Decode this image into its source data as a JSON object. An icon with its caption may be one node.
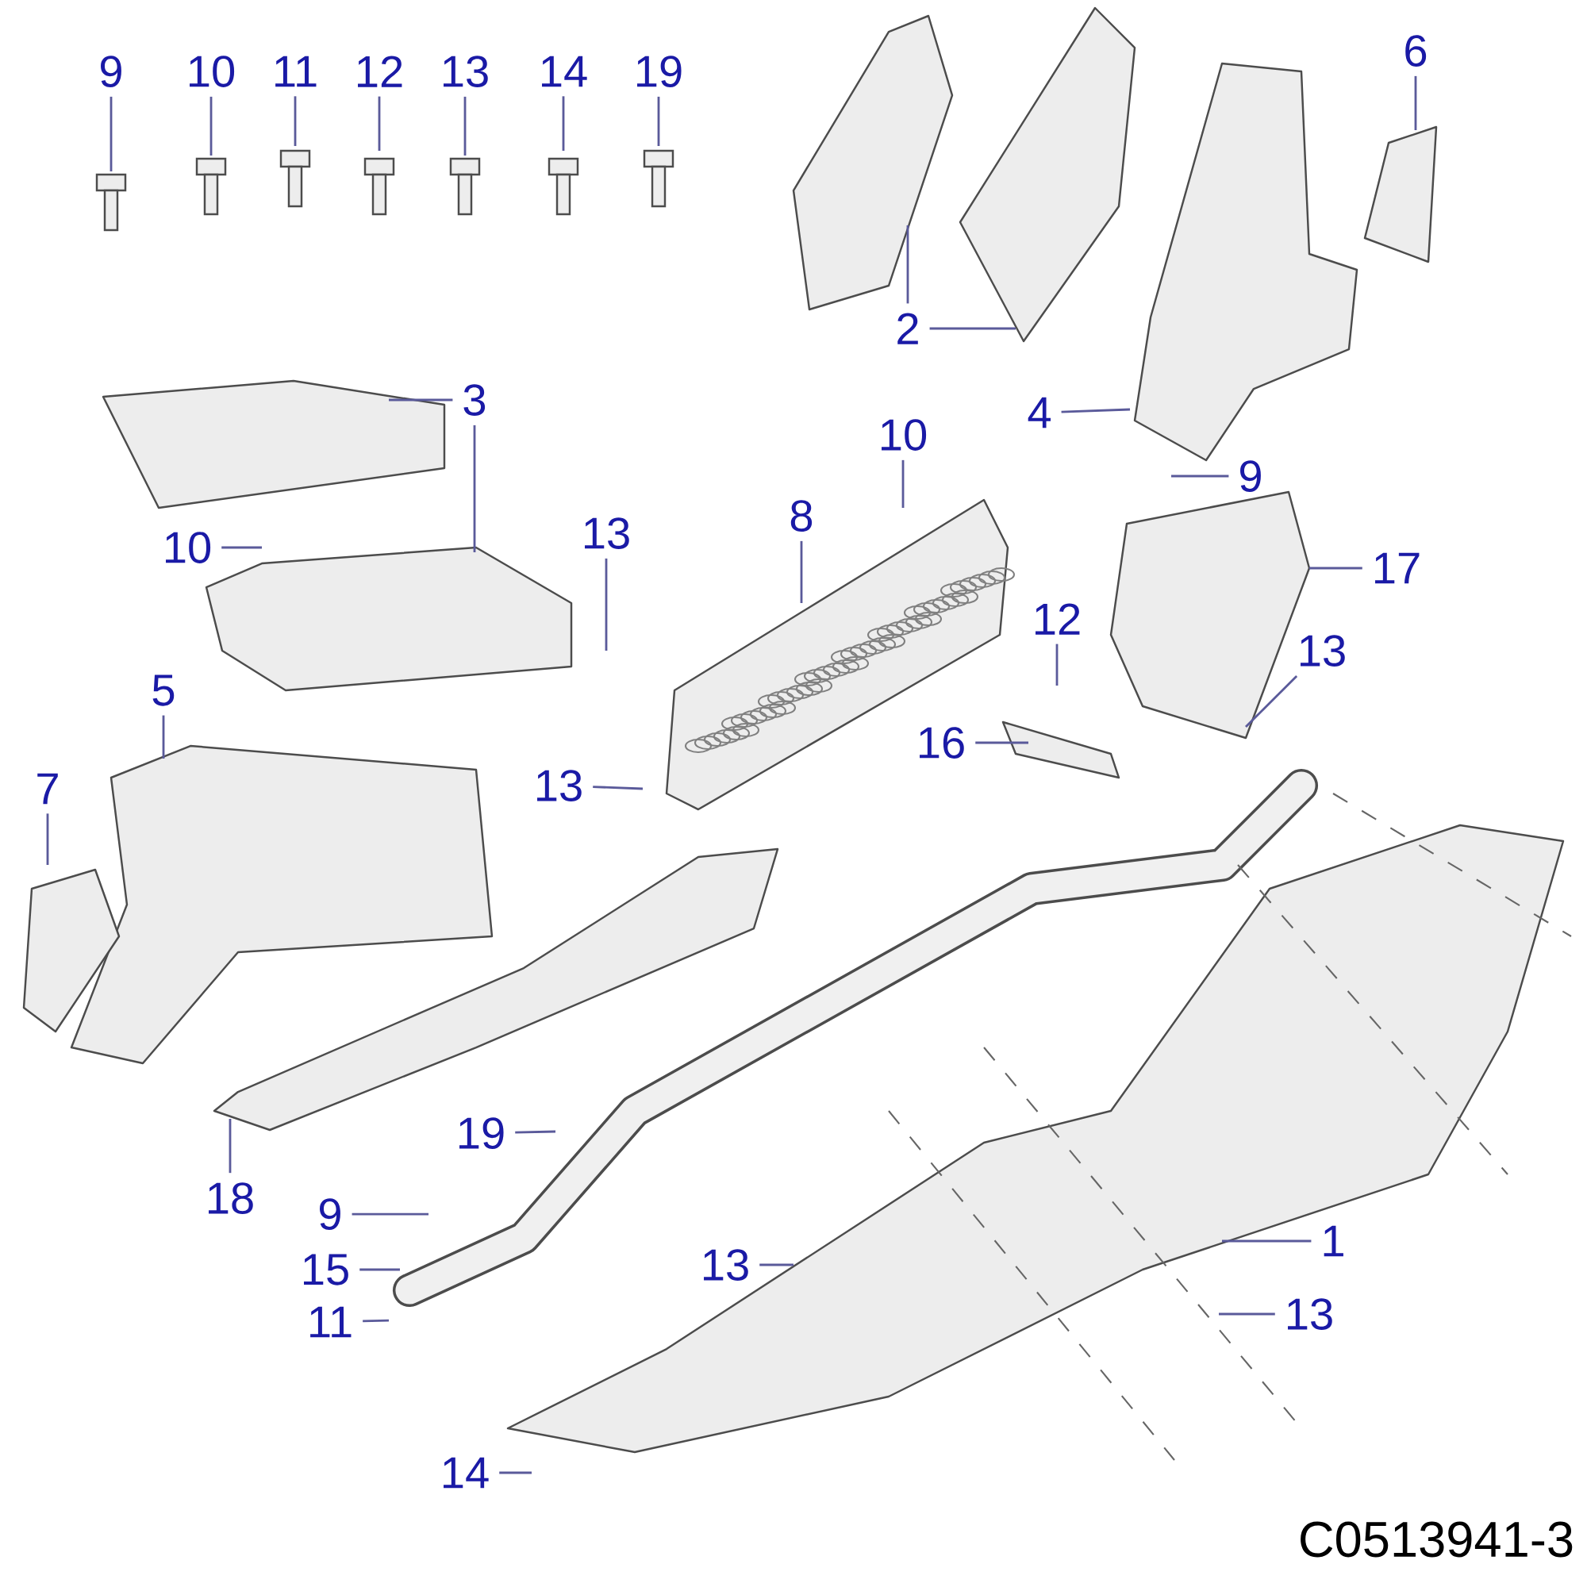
{
  "diagram": {
    "nodes": [
      {
        "text": [
          "9"
        ]
      },
      {
        "text": [
          "10"
        ]
      },
      {
        "text": [
          "11"
        ]
      },
      {
        "text": [
          "12"
        ]
      },
      {
        "text": [
          "13"
        ]
      },
      {
        "text": [
          "14"
        ]
      },
      {
        "text": [
          "19"
        ]
      },
      {
        "text": [
          "6"
        ]
      },
      {
        "text": [
          "2"
        ]
      },
      {
        "text": [
          "3"
        ]
      },
      {
        "text": [
          "4"
        ]
      },
      {
        "text": [
          "10"
        ]
      },
      {
        "text": [
          "9"
        ]
      },
      {
        "text": [
          "8"
        ]
      },
      {
        "text": [
          "10"
        ]
      },
      {
        "text": [
          "13"
        ]
      },
      {
        "text": [
          "17"
        ]
      },
      {
        "text": [
          "12"
        ]
      },
      {
        "text": [
          "13"
        ]
      },
      {
        "text": [
          "5"
        ]
      },
      {
        "text": [
          "16"
        ]
      },
      {
        "text": [
          "13"
        ]
      },
      {
        "text": [
          "7"
        ]
      },
      {
        "text": [
          "19"
        ]
      },
      {
        "text": [
          "18"
        ]
      },
      {
        "text": [
          "9"
        ]
      },
      {
        "text": [
          "1"
        ]
      },
      {
        "text": [
          "15"
        ]
      },
      {
        "text": [
          "11"
        ]
      },
      {
        "text": [
          "13"
        ]
      },
      {
        "text": [
          "13"
        ]
      },
      {
        "text": [
          "14"
        ]
      }
    ],
    "edges": [
      {
        "from": 0,
        "to": null,
        "arrow": "none"
      },
      {
        "from": 1,
        "to": null,
        "arrow": "none"
      },
      {
        "from": 2,
        "to": null,
        "arrow": "none"
      },
      {
        "from": 3,
        "to": null,
        "arrow": "none"
      },
      {
        "from": 4,
        "to": null,
        "arrow": "none"
      },
      {
        "from": 5,
        "to": null,
        "arrow": "none"
      },
      {
        "from": 6,
        "to": null,
        "arrow": "none"
      },
      {
        "from": 7,
        "to": null,
        "arrow": "none"
      },
      {
        "from": 8,
        "to": null,
        "arrow": "none"
      },
      {
        "from": 8,
        "to": null,
        "arrow": "none"
      },
      {
        "from": 9,
        "to": null,
        "arrow": "none"
      },
      {
        "from": 9,
        "to": null,
        "arrow": "none"
      },
      {
        "from": 10,
        "to": null,
        "arrow": "none"
      },
      {
        "from": 11,
        "to": null,
        "arrow": "none"
      },
      {
        "from": 12,
        "to": null,
        "arrow": "none"
      },
      {
        "from": 13,
        "to": null,
        "arrow": "none"
      },
      {
        "from": 14,
        "to": null,
        "arrow": "none"
      },
      {
        "from": 15,
        "to": null,
        "arrow": "none"
      },
      {
        "from": 16,
        "to": null,
        "arrow": "none"
      },
      {
        "from": 17,
        "to": null,
        "arrow": "none"
      },
      {
        "from": 18,
        "to": null,
        "arrow": "none"
      },
      {
        "from": 19,
        "to": null,
        "arrow": "none"
      },
      {
        "from": 20,
        "to": null,
        "arrow": "none"
      },
      {
        "from": 21,
        "to": null,
        "arrow": "none"
      },
      {
        "from": 22,
        "to": null,
        "arrow": "none"
      },
      {
        "from": 23,
        "to": null,
        "arrow": "none"
      },
      {
        "from": 24,
        "to": null,
        "arrow": "none"
      },
      {
        "from": 25,
        "to": null,
        "arrow": "none"
      },
      {
        "from": 26,
        "to": null,
        "arrow": "none"
      },
      {
        "from": 27,
        "to": null,
        "arrow": "none"
      },
      {
        "from": 28,
        "to": null,
        "arrow": "none"
      },
      {
        "from": 29,
        "to": null,
        "arrow": "none"
      },
      {
        "from": 30,
        "to": null,
        "arrow": "none"
      },
      {
        "from": 31,
        "to": null,
        "arrow": "none"
      }
    ],
    "labels": [
      "C0513941-3"
    ]
  }
}
